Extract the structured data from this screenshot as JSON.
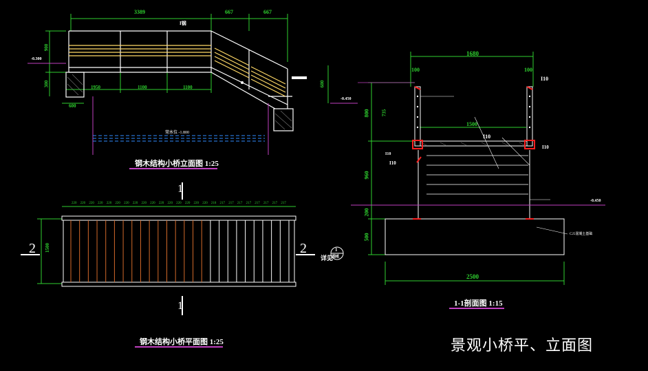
{
  "drawing": {
    "main_title": "景观小桥平、立面图",
    "colors": {
      "background": "#000000",
      "dimension": "#2fd12f",
      "structure": "#ffffff",
      "timber": "#ffd966",
      "plank": "#d46a2a",
      "section_mark": "#ff2020",
      "grade_line": "#c040c0",
      "water": "#2f8cff",
      "rail_post": "#e03030"
    }
  },
  "elevation": {
    "title": "钢木结构小桥立面图  1:25",
    "dims_top": [
      "3389",
      "667",
      "667"
    ],
    "dims_bottom": [
      "1950",
      "1100",
      "1100"
    ],
    "dims_left": [
      "900",
      "300"
    ],
    "dims_right": [
      "600"
    ],
    "dim_footing": "600",
    "level_left": "-0.300",
    "level_right": "-0.450",
    "water_level": "常水位  -1.800",
    "tag_beam": "I钢"
  },
  "plan": {
    "title": "钢木结构小桥平面图  1:25",
    "spacings_left": [
      "220",
      "220",
      "220",
      "220",
      "220",
      "220",
      "220",
      "220",
      "220",
      "220",
      "220",
      "220",
      "220",
      "220",
      "220",
      "220"
    ],
    "spacings_right": [
      "218",
      "217",
      "217",
      "217",
      "217",
      "217",
      "217",
      "217",
      "217"
    ],
    "dim_width": "1500",
    "section_label": "2",
    "detail_label": "详见",
    "detail_circle_top": "1",
    "detail_circle_bottom": "图纸",
    "cut_label": "1"
  },
  "section": {
    "title": "1-1剖面图  1:15",
    "dims_top": [
      "100",
      "1680",
      "100"
    ],
    "dim_clear": "1500",
    "dims_left": [
      "800",
      "735",
      "960",
      "200",
      "500"
    ],
    "dim_bottom": "2500",
    "tags": [
      "I10",
      "I10",
      "I10",
      "I10",
      "I10"
    ],
    "level": "-0.450",
    "note_base": "C25混凝土基础"
  }
}
